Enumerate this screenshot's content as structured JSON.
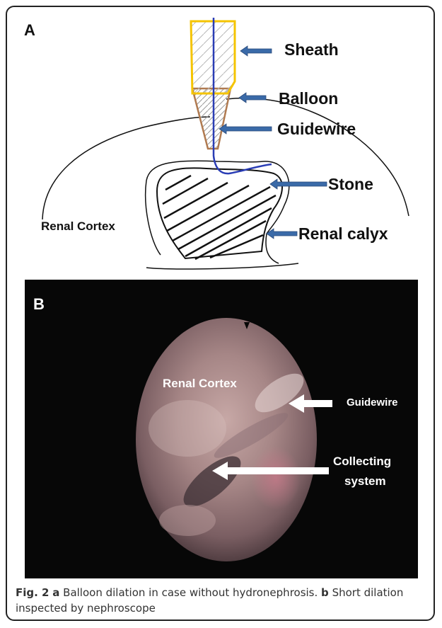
{
  "figure": {
    "panel_a": {
      "letter": "A",
      "labels": {
        "sheath": "Sheath",
        "balloon": "Balloon",
        "guidewire": "Guidewire",
        "stone": "Stone",
        "renal_cortex": "Renal Cortex",
        "renal_calyx": "Renal calyx"
      }
    },
    "panel_b": {
      "letter": "B",
      "labels": {
        "renal_cortex": "Renal Cortex",
        "guidewire": "Guidewire",
        "collecting_line1": "Collecting",
        "collecting_line2": "system"
      }
    },
    "caption": {
      "fig_label": "Fig. 2",
      "a_marker": "a",
      "a_text": " Balloon dilation in case without hydronephrosis. ",
      "b_marker": "b",
      "b_text": " Short dilation inspected by nephroscope"
    }
  },
  "colors": {
    "sheath": "#f5c400",
    "guidewire": "#2a3db5",
    "arrow": "#3a6aa8",
    "balloon": "#b07a50"
  }
}
